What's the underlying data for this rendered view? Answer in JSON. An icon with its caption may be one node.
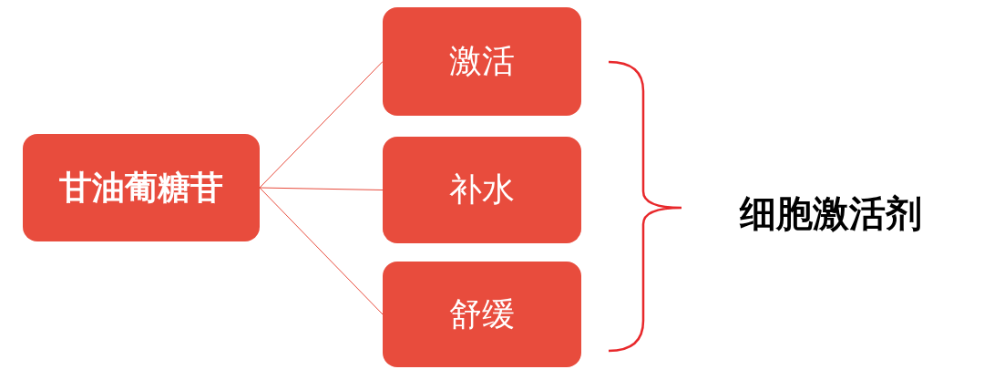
{
  "diagram": {
    "nodes": [
      {
        "text": [
          "甘油葡糖苷"
        ]
      },
      {
        "text": [
          "激活"
        ]
      },
      {
        "text": [
          "补水"
        ]
      },
      {
        "text": [
          "舒缓"
        ]
      }
    ],
    "edges": [
      {
        "from": 0,
        "to": 1,
        "arrow": "none"
      },
      {
        "from": 0,
        "to": 2,
        "arrow": "none"
      },
      {
        "from": 0,
        "to": 3,
        "arrow": "none"
      }
    ],
    "labels": [
      "细胞激活剂"
    ]
  }
}
